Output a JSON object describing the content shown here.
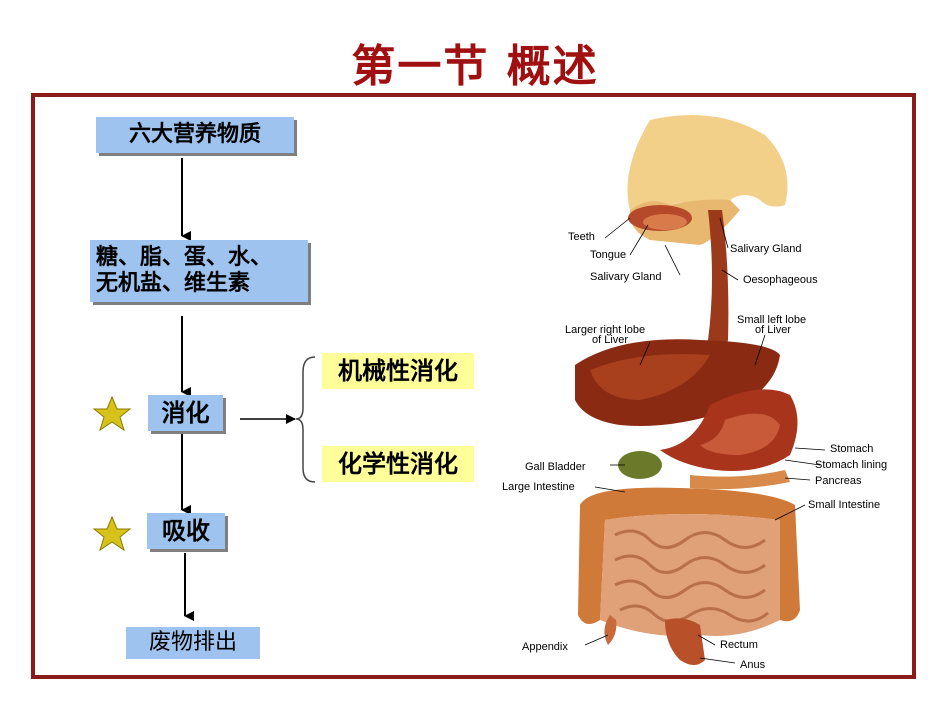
{
  "title": "第一节  概述",
  "flow": {
    "nutrients": "六大营养物质",
    "nutrient_list_line1": "糖、脂、蛋、水、",
    "nutrient_list_line2": "无机盐、维生素",
    "digestion": "消化",
    "absorption": "吸收",
    "excretion": "废物排出",
    "mechanical": "机械性消化",
    "chemical": "化学性消化"
  },
  "illustration": {
    "labels": {
      "teeth": "Teeth",
      "tongue": "Tongue",
      "salivary_gland_left": "Salivary Gland",
      "salivary_gland_right": "Salivary Gland",
      "oesophageous": "Oesophageous",
      "small_left_lobe_1": "Small left lobe",
      "small_left_lobe_2": "of Liver",
      "larger_right_lobe_1": "Larger right lobe",
      "larger_right_lobe_2": "of Liver",
      "stomach": "Stomach",
      "stomach_lining": "Stomach lining",
      "gall_bladder": "Gall Bladder",
      "pancreas": "Pancreas",
      "large_intestine": "Large Intestine",
      "small_intestine": "Small Intestine",
      "appendix": "Appendix",
      "rectum": "Rectum",
      "anus": "Anus"
    }
  },
  "colors": {
    "title": "#a01010",
    "frame": "#8b1a1a",
    "box": "#9dc3ee",
    "highlight": "#ffff99",
    "star": "#d6c21a"
  }
}
